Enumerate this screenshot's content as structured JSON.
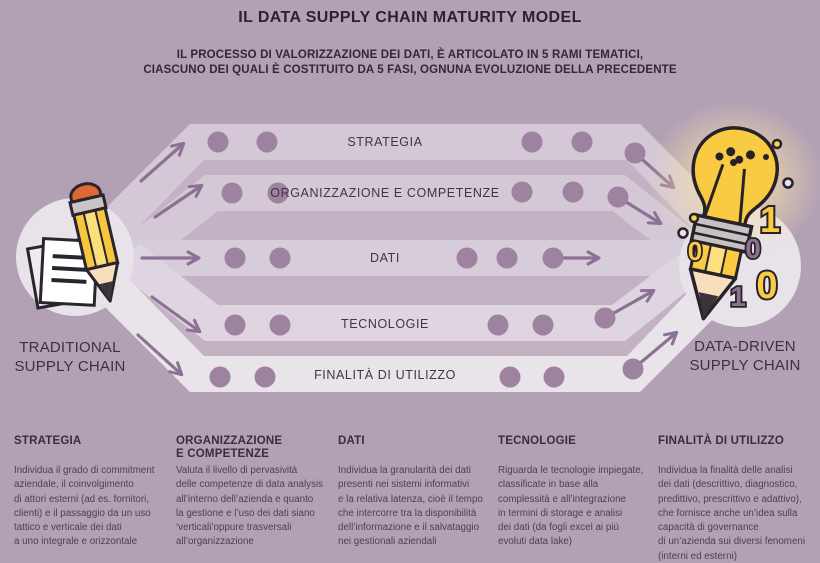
{
  "header": {
    "title": "IL DATA SUPPLY CHAIN MATURITY MODEL",
    "subtitle": "IL PROCESSO DI VALORIZZAZIONE DEI DATI, È ARTICOLATO IN 5 RAMI TEMATICI,\nCIASCUNO DEI QUALI È COSTITUITO DA 5 FASI, OGNUNA EVOLUZIONE DELLA PRECEDENTE"
  },
  "diagram": {
    "left_node": {
      "icon": "pencil-and-paper",
      "label": "TRADITIONAL\nSUPPLY CHAIN"
    },
    "right_node": {
      "icon": "lightbulb-pencil-binary",
      "label": "DATA-DRIVEN\nSUPPLY CHAIN",
      "binary_digits": [
        "1",
        "0",
        "0",
        "0",
        "1"
      ]
    },
    "branches": [
      {
        "label": "STRATEGIA",
        "phases": 5
      },
      {
        "label": "ORGANIZZAZIONE E COMPETENZE",
        "phases": 5
      },
      {
        "label": "DATI",
        "phases": 5
      },
      {
        "label": "TECNOLOGIE",
        "phases": 5
      },
      {
        "label": "FINALITÀ DI UTILIZZO",
        "phases": 5
      }
    ]
  },
  "legend": {
    "columns": [
      {
        "heading": "STRATEGIA",
        "body": "Individua il grado di commitment\naziendale, il coinvolgimento\ndi attori esterni (ad es. fornitori,\nclienti) e il passaggio da un uso\ntattico e verticale dei dati\na uno integrale e orizzontale"
      },
      {
        "heading": "ORGANIZZAZIONE\nE COMPETENZE",
        "body": "Valuta il livello di pervasività\ndelle competenze di data analysis\nall’interno dell’azienda e quanto\nla gestione e l’uso dei dati siano\n‘verticali’oppure trasversali\nall’organizzazione"
      },
      {
        "heading": "DATI",
        "body": "Individua la granularità dei dati\npresenti nei sistemi informativi\ne la relativa latenza, cioè il tempo\nche intercorre tra la disponibilità\ndell’informazione e il salvataggio\nnei gestionali aziendali"
      },
      {
        "heading": "TECNOLOGIE",
        "body": "Riguarda le tecnologie impiegate,\nclassificate in base alla\ncomplessità e all’integrazione\nin termini di storage e analisi\ndei dati (da fogli excel ai più\nevoluti data lake)"
      },
      {
        "heading": "FINALITÀ DI UTILIZZO",
        "body": "Individua la finalità delle analisi\ndei dati (descrittivo, diagnostico,\npredittivo, prescrittivo e adattivo),\nche fornisce anche un’idea sulla\ncapacità di governance\ndi un’azienda sui diversi fenomeni\n(interni ed esterni)"
      }
    ]
  },
  "colors": {
    "background": "#b2a1b4",
    "fan": "#c2b2c4",
    "bands": [
      "#d4c8d6",
      "#d4c8d6",
      "#d7ccd9",
      "#ded5e0",
      "#e9e3ea"
    ],
    "dot": "#9d83a0",
    "arrow": "#8d7194",
    "node_circle": "#e8e2e9",
    "accent_yellow": "#f9cb42",
    "accent_orange": "#dd6a35",
    "digit_purple": "#8b7090",
    "outline_dark": "#272129",
    "text_dark": "#29222f"
  }
}
